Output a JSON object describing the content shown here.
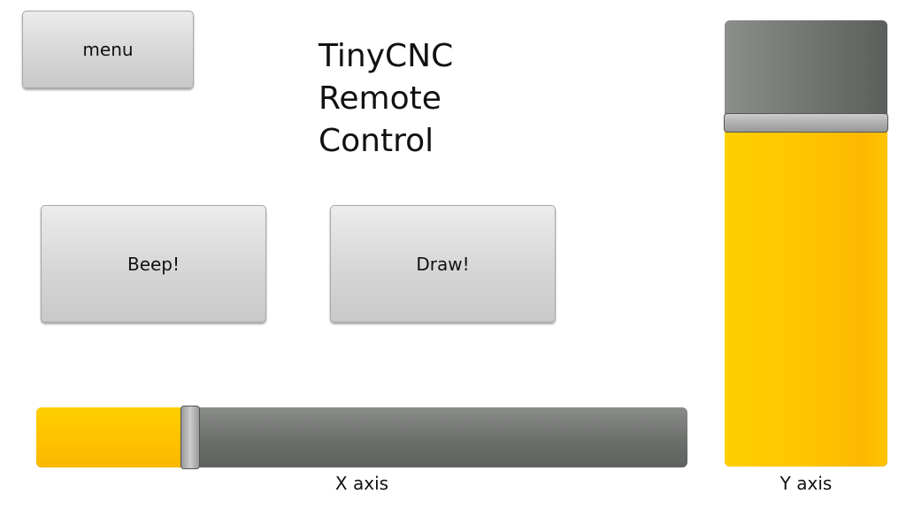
{
  "buttons": {
    "menu": "menu",
    "beep": "Beep!",
    "draw": "Draw!"
  },
  "title_lines": [
    "TinyCNC",
    "Remote",
    "Control"
  ],
  "x_slider": {
    "label": "X axis",
    "value_fraction": 0.236
  },
  "y_slider": {
    "label": "Y axis",
    "value_fraction": 0.77
  },
  "colors": {
    "accent": "#ffc400",
    "track": "#6e716e"
  }
}
